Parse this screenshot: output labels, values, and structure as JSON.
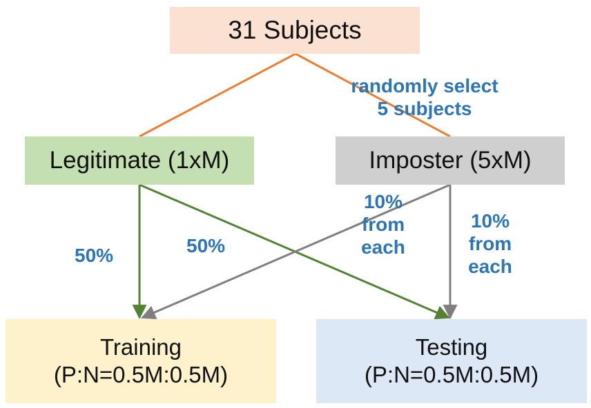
{
  "colors": {
    "subjects_fill": "#fbe1d2",
    "legit_fill": "#c4e0b2",
    "imposter_fill": "#d0cfcf",
    "training_fill": "#fdf2cb",
    "testing_fill": "#dce8f5",
    "orange_line": "#ed7d31",
    "green_line": "#548235",
    "gray_line": "#7f7f7f",
    "label_blue": "#2e75b6"
  },
  "nodes": {
    "subjects": "31 Subjects",
    "legitimate": "Legitimate (1xM)",
    "imposter": "Imposter (5xM)",
    "training": {
      "line1": "Training",
      "line2": "(P:N=0.5M:0.5M)"
    },
    "testing": {
      "line1": "Testing",
      "line2": "(P:N=0.5M:0.5M)"
    }
  },
  "labels": {
    "random_select": [
      "randomly select",
      "5 subjects"
    ],
    "legit_to_training": "50%",
    "legit_to_testing": "50%",
    "imposter_to_training": [
      "10%",
      "from",
      "each"
    ],
    "imposter_to_testing": [
      "10%",
      "from",
      "each"
    ]
  }
}
